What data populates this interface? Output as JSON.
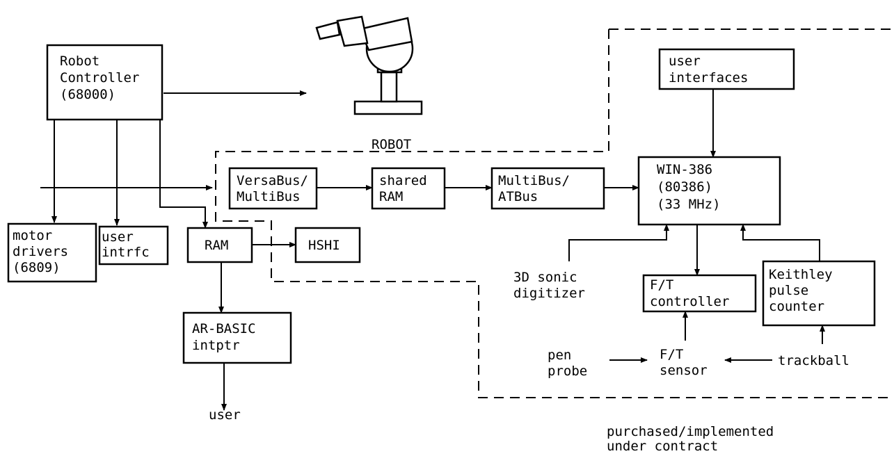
{
  "blocks": {
    "robot_controller": [
      "Robot",
      "Controller",
      "(68000)"
    ],
    "motor_drivers": [
      "motor",
      "drivers",
      "(6809)"
    ],
    "user_intrfc": [
      "user",
      "intrfc"
    ],
    "versabus": [
      "VersaBus/",
      "MultiBus"
    ],
    "shared_ram": [
      "shared",
      "RAM"
    ],
    "multibus_atbus": [
      "MultiBus/",
      "ATBus"
    ],
    "win386": [
      "WIN-386",
      "(80386)",
      "(33 MHz)"
    ],
    "user_interfaces": [
      "user",
      "interfaces"
    ],
    "ram": [
      "RAM"
    ],
    "hshi": [
      "HSHI"
    ],
    "ar_basic": [
      "AR-BASIC",
      "intptr"
    ],
    "ft_controller": [
      "F/T",
      "controller"
    ],
    "keithley": [
      "Keithley",
      "pulse",
      "counter"
    ]
  },
  "labels": {
    "robot": "ROBOT",
    "user": "user",
    "sonic": [
      "3D sonic",
      "digitizer"
    ],
    "pen_probe": [
      "pen",
      "probe"
    ],
    "ft_sensor": [
      "F/T",
      "sensor"
    ],
    "trackball": "trackball",
    "purchased": [
      "purchased/implemented",
      "under contract"
    ]
  }
}
